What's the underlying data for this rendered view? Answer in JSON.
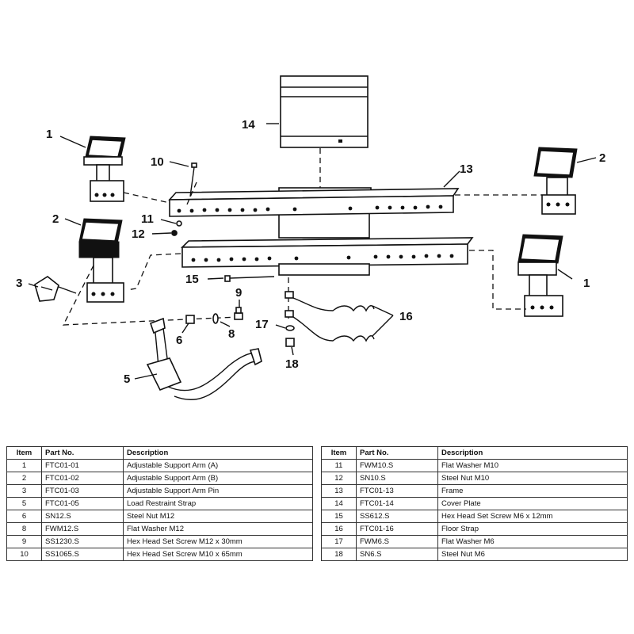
{
  "callouts": {
    "c1a": "1",
    "c1b": "1",
    "c2a": "2",
    "c2b": "2",
    "c3": "3",
    "c5": "5",
    "c6": "6",
    "c8": "8",
    "c9": "9",
    "c10": "10",
    "c11": "11",
    "c12": "12",
    "c13": "13",
    "c14": "14",
    "c15": "15",
    "c16": "16",
    "c17": "17",
    "c18": "18"
  },
  "table": {
    "headers": {
      "item": "Item",
      "part_no": "Part No.",
      "description": "Description"
    },
    "left_rows": [
      {
        "item": "1",
        "part_no": "FTC01-01",
        "description": "Adjustable Support Arm (A)"
      },
      {
        "item": "2",
        "part_no": "FTC01-02",
        "description": "Adjustable Support Arm (B)"
      },
      {
        "item": "3",
        "part_no": "FTC01-03",
        "description": "Adjustable Support Arm Pin"
      },
      {
        "item": "5",
        "part_no": "FTC01-05",
        "description": "Load Restraint Strap"
      },
      {
        "item": "6",
        "part_no": "SN12.S",
        "description": "Steel Nut M12"
      },
      {
        "item": "8",
        "part_no": "FWM12.S",
        "description": "Flat Washer M12"
      },
      {
        "item": "9",
        "part_no": "SS1230.S",
        "description": "Hex Head Set Screw M12 x 30mm"
      },
      {
        "item": "10",
        "part_no": "SS1065.S",
        "description": "Hex Head Set Screw M10 x 65mm"
      }
    ],
    "right_rows": [
      {
        "item": "11",
        "part_no": "FWM10.S",
        "description": "Flat Washer M10"
      },
      {
        "item": "12",
        "part_no": "SN10.S",
        "description": "Steel Nut M10"
      },
      {
        "item": "13",
        "part_no": "FTC01-13",
        "description": "Frame"
      },
      {
        "item": "14",
        "part_no": "FTC01-14",
        "description": "Cover Plate"
      },
      {
        "item": "15",
        "part_no": "SS612.S",
        "description": "Hex Head Set Screw M6 x 12mm"
      },
      {
        "item": "16",
        "part_no": "FTC01-16",
        "description": "Floor Strap"
      },
      {
        "item": "17",
        "part_no": "FWM6.S",
        "description": "Flat Washer M6"
      },
      {
        "item": "18",
        "part_no": "SN6.S",
        "description": "Steel Nut M6"
      }
    ]
  }
}
